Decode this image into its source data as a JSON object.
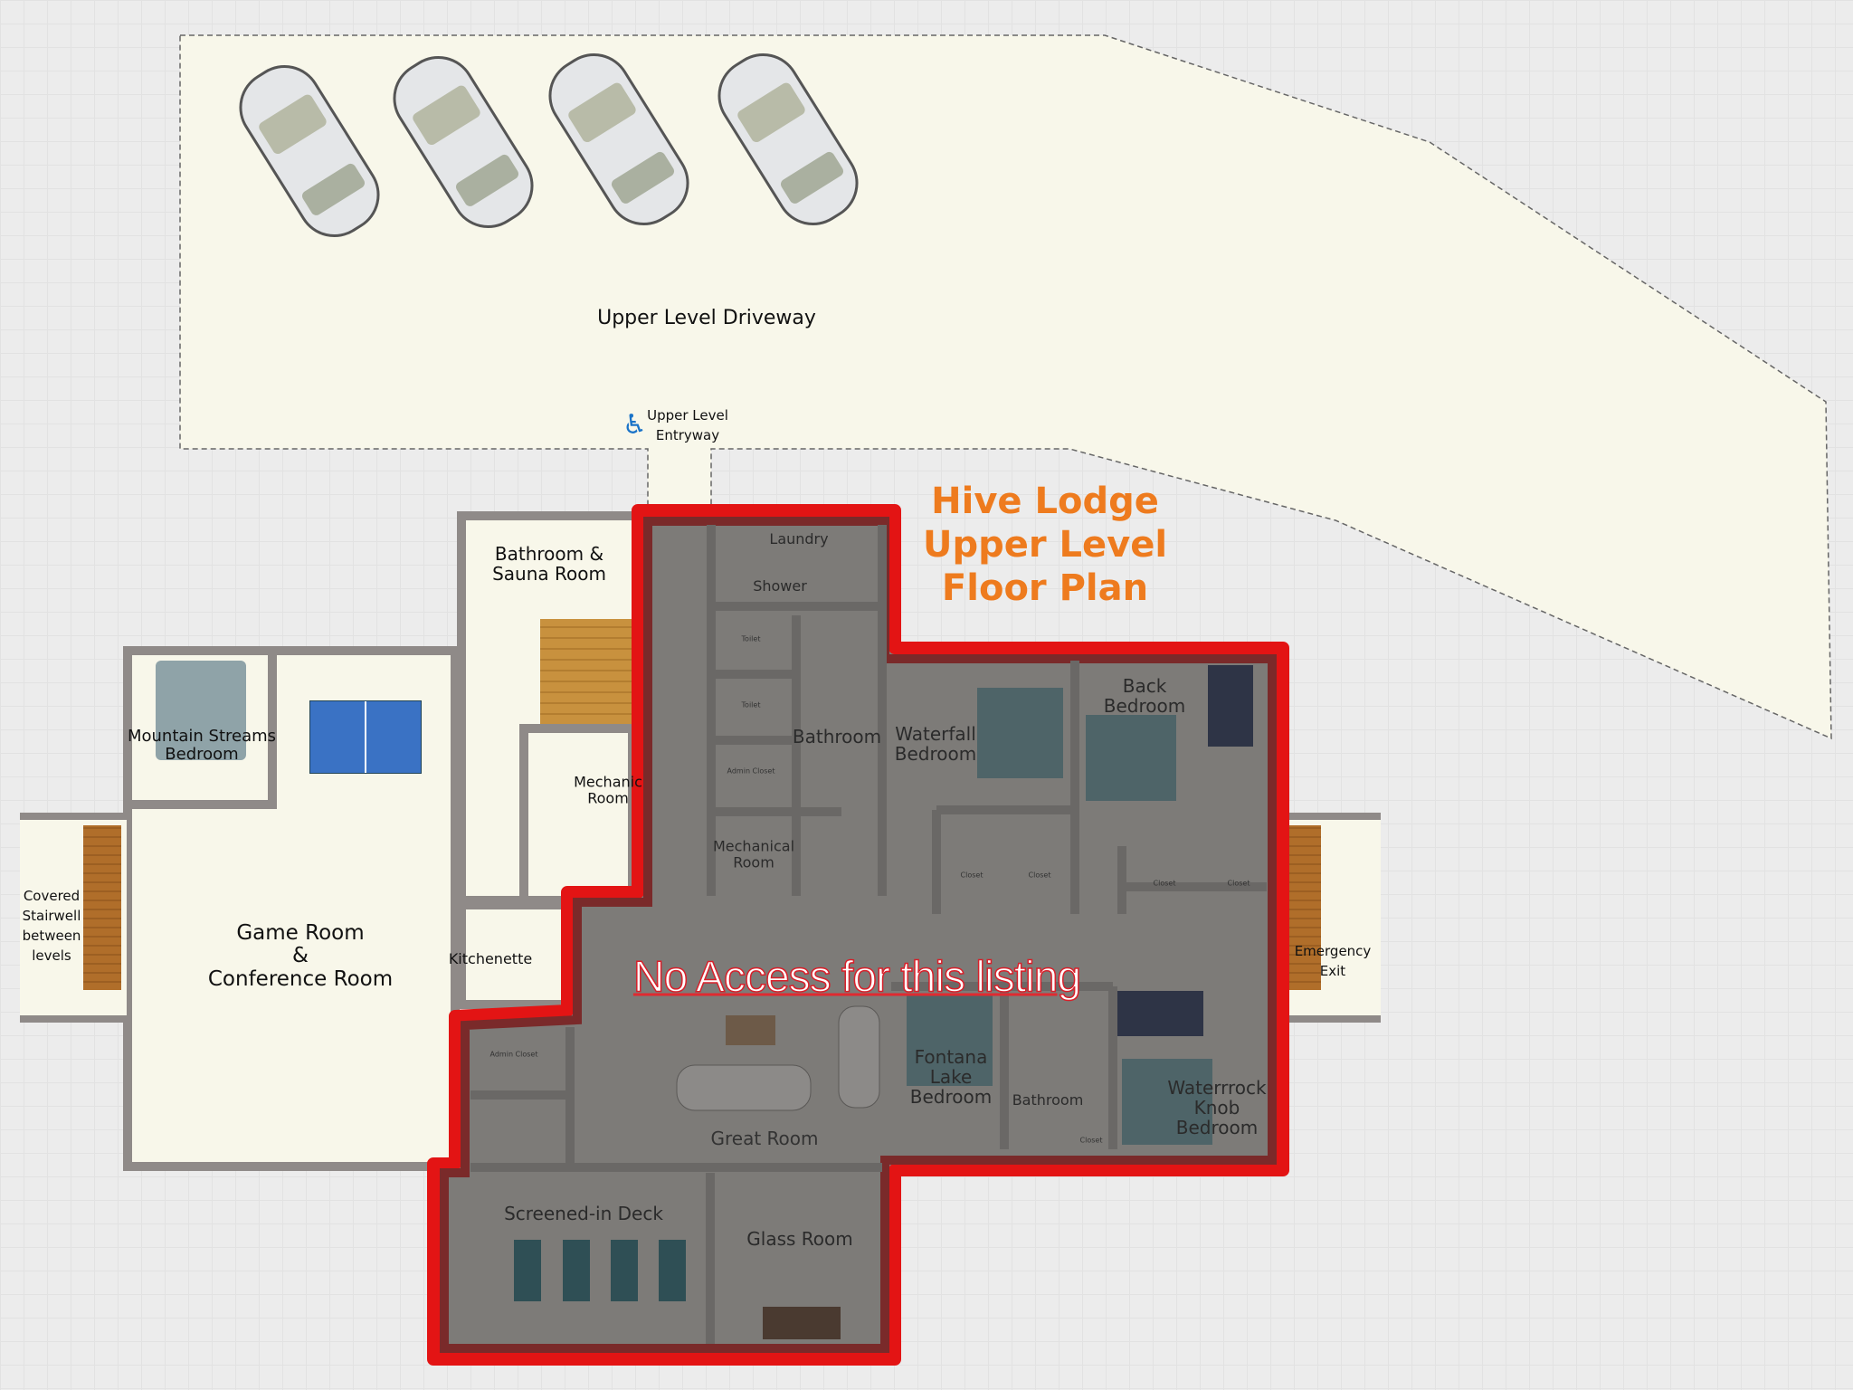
{
  "title": {
    "lines": [
      "Hive Lodge",
      "Upper Level",
      "Floor Plan"
    ]
  },
  "restricted_notice": "No Access for this listing",
  "colors": {
    "title": "#ee7b1e",
    "restricted_border": "#e31414",
    "restricted_fill": "#7d7b78",
    "floor": "#f8f7ea",
    "wall": "#8f8a88",
    "accessible_icon": "#1a73c8"
  },
  "driveway": {
    "label": "Upper Level Driveway",
    "cars": 4
  },
  "entryway": {
    "icon": "wheelchair-accessible-icon",
    "line1": "Upper Level",
    "line2": "Entryway"
  },
  "rooms_open": {
    "bathroom_sauna": [
      "Bathroom &",
      "Sauna Room"
    ],
    "mechanic_room": [
      "Mechanic",
      "Room"
    ],
    "mountain_streams": [
      "Mountain Streams",
      "Bedroom"
    ],
    "game_room": [
      "Game Room",
      "&",
      "Conference Room"
    ],
    "stairwell": [
      "Covered",
      "Stairwell",
      "between",
      "levels"
    ],
    "kitchenette": "Kitchenette",
    "emergency_exit": [
      "Emergency",
      "Exit"
    ]
  },
  "rooms_restricted": {
    "laundry": "Laundry",
    "shower": "Shower",
    "bathroom_1": "Bathroom",
    "mechanical": [
      "Mechanical",
      "Room"
    ],
    "waterfall": [
      "Waterfall",
      "Bedroom"
    ],
    "back_bedroom": [
      "Back",
      "Bedroom"
    ],
    "great_room": "Great Room",
    "fontana": [
      "Fontana",
      "Lake",
      "Bedroom"
    ],
    "bathroom_2": "Bathroom",
    "waterrock": [
      "Waterrrock",
      "Knob",
      "Bedroom"
    ],
    "screened_deck": "Screened-in Deck",
    "glass_room": "Glass Room",
    "small": {
      "toilet": "Toilet",
      "admin_closet": "Admin Closet",
      "closet": "Closet"
    }
  }
}
